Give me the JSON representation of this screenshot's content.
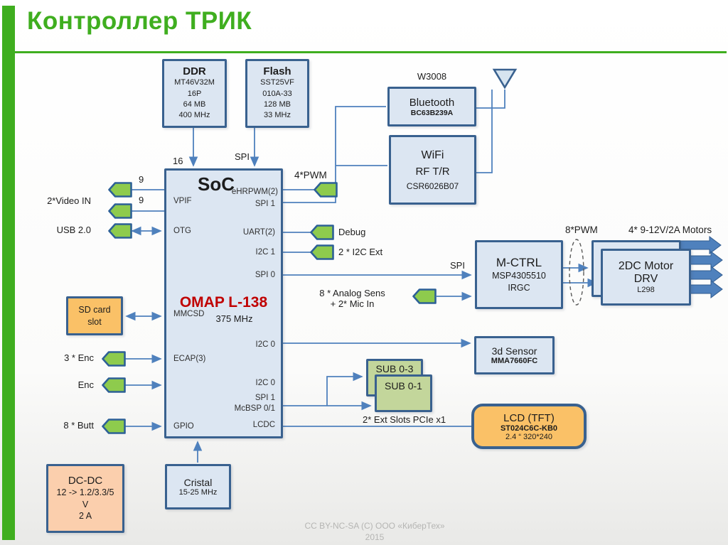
{
  "title": "Контроллер ТРИК",
  "footer": {
    "line1": "CC BY-NC-SA (C) ООО «КиберТех»",
    "line2": "2015"
  },
  "colors": {
    "accent_green": "#3fae1f",
    "wire_blue": "#4f81bd",
    "chip_red": "#c00000",
    "node_blue_fill": "#dce6f2",
    "node_border": "#39618f",
    "port_green": "#8ecb4d",
    "orange_fill": "#fac167",
    "peach_fill": "#fbcfad",
    "sub_green_fill": "#c3d69b"
  },
  "boxes": {
    "ddr": {
      "title": "DDR",
      "lines": [
        "MT46V32M",
        "16P",
        "64 MB",
        "400 MHz"
      ]
    },
    "flash": {
      "title": "Flash",
      "lines": [
        "SST25VF",
        "010A-33",
        "128 MB",
        "33 MHz"
      ]
    },
    "bluetooth": {
      "tag": "W3008",
      "title": "Bluetooth",
      "part": "BC63B239A"
    },
    "wifi": {
      "title": "WiFi",
      "line2": "RF T/R",
      "part": "CSR6026B07"
    },
    "soc": {
      "title": "SoC",
      "title_sub": "eHRPWM(2)",
      "chip": "OMAP L-138",
      "freq": "375 MHz",
      "pins": {
        "vpif": "VPIF",
        "otg": "OTG",
        "mmcsd": "MMCSD",
        "ecap": "ECAP(3)",
        "gpio": "GPIO",
        "spi1_top": "SPI 1",
        "uart": "UART(2)",
        "i2c1": "I2C 1",
        "spi0": "SPI 0",
        "i2c0_a": "I2C 0",
        "i2c0_b": "I2C 0",
        "spi1_bottom": "SPI 1",
        "mcbsp": "McBSP 0/1",
        "lcdc": "LCDC"
      }
    },
    "sd_card": {
      "line1": "SD card",
      "line2": "slot"
    },
    "dcdc": {
      "title": "DC-DC",
      "lines": [
        "12 -> 1.2/3.3/5",
        "V",
        "2 A"
      ]
    },
    "cristal": {
      "title": "Cristal",
      "sub": "15-25 MHz"
    },
    "mctrl": {
      "title": "M-CTRL",
      "part": "MSP4305510",
      "part2": "IRGC"
    },
    "motor_drv": {
      "title": "2DC Motor",
      "title2": "DRV",
      "part": "L298"
    },
    "sensor3d": {
      "title": "3d Sensor",
      "part": "MMA7660FC"
    },
    "sub03": {
      "title": "SUB 0-3"
    },
    "sub01": {
      "title": "SUB 0-1"
    },
    "lcd": {
      "title": "LCD (TFT)",
      "part": "ST024C6C-KB0",
      "spec": "2.4 “ 320*240"
    }
  },
  "labels": {
    "bus_width_16": "16",
    "bus_spi": "SPI",
    "pwm4": "4*PWM",
    "nine_top": "9",
    "nine_bottom": "9",
    "video_in": "2*Video IN",
    "usb": "USB 2.0",
    "enc3": "3 * Enc",
    "enc": "Enc",
    "butt8": "8 * Butt",
    "debug": "Debug",
    "i2c_ext": "2 * I2C Ext",
    "spi_right": "SPI",
    "analog_line1": "8 * Analog Sens",
    "analog_line2": "+ 2* Mic In",
    "pwm8": "8*PWM",
    "motors": "4* 9-12V/2A Motors",
    "ext_slots": "2* Ext Slots PCIe x1"
  }
}
